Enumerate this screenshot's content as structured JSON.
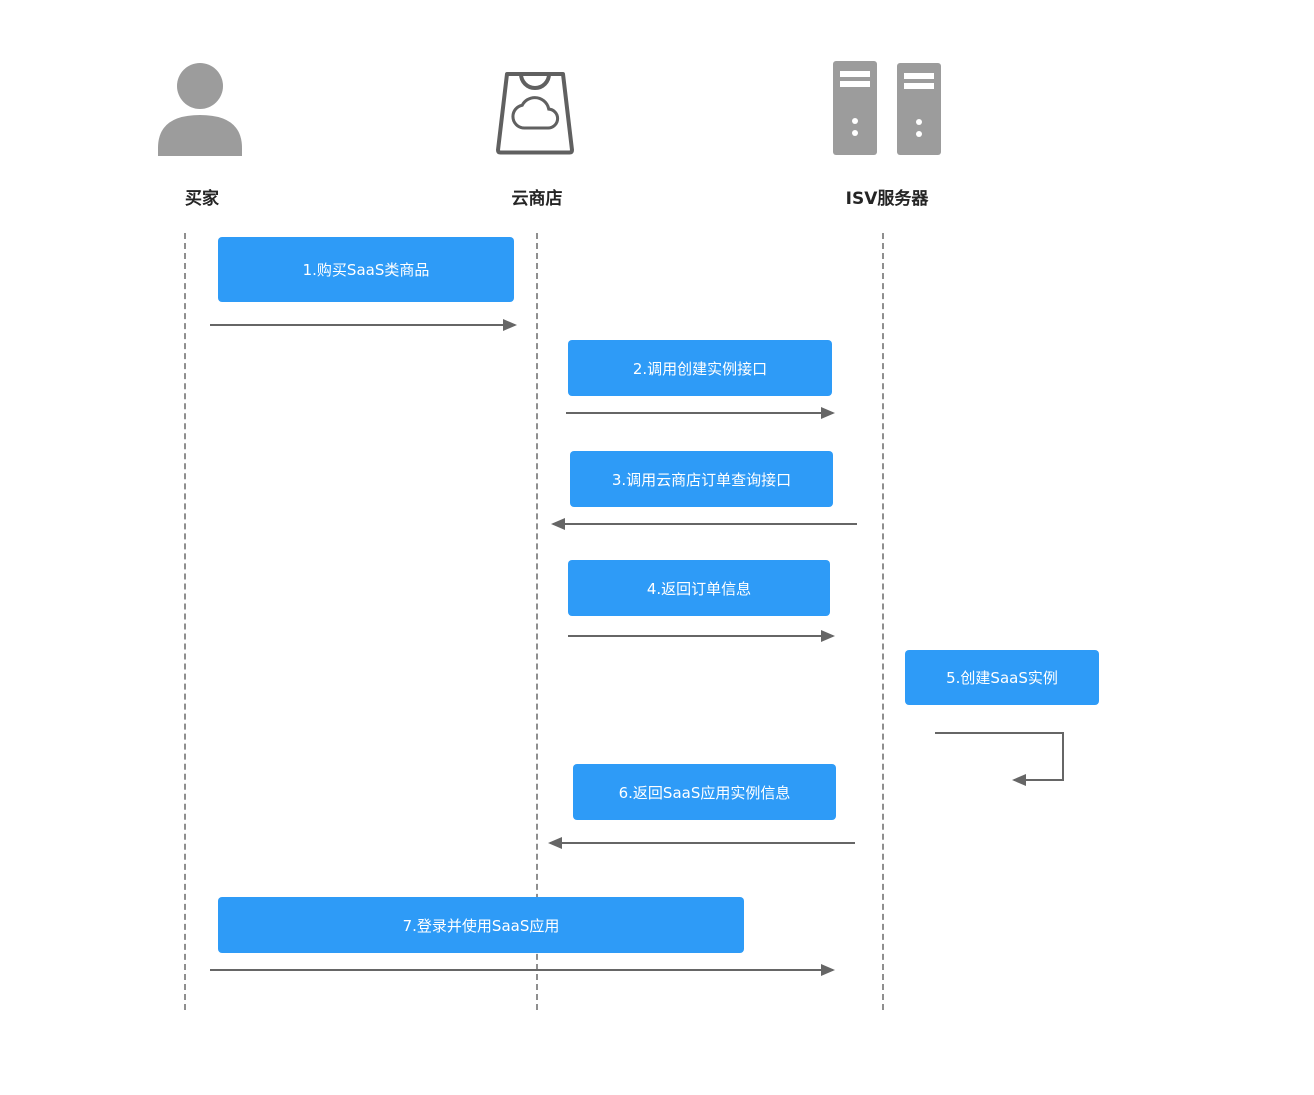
{
  "actors": [
    {
      "label": "买家",
      "icon": "person-icon"
    },
    {
      "label": "云商店",
      "icon": "store-icon"
    },
    {
      "label": "ISV服务器",
      "icon": "server-icon"
    }
  ],
  "messages": [
    {
      "label": "1.购买SaaS类商品",
      "from": "买家",
      "to": "云商店",
      "direction": "right"
    },
    {
      "label": "2.调用创建实例接口",
      "from": "云商店",
      "to": "ISV服务器",
      "direction": "right"
    },
    {
      "label": "3.调用云商店订单查询接口",
      "from": "ISV服务器",
      "to": "云商店",
      "direction": "left"
    },
    {
      "label": "4.返回订单信息",
      "from": "云商店",
      "to": "ISV服务器",
      "direction": "right"
    },
    {
      "label": "5.创建SaaS实例",
      "from": "ISV服务器",
      "to": "ISV服务器",
      "direction": "self"
    },
    {
      "label": "6.返回SaaS应用实例信息",
      "from": "ISV服务器",
      "to": "云商店",
      "direction": "left"
    },
    {
      "label": "7.登录并使用SaaS应用",
      "from": "买家",
      "to": "ISV服务器",
      "direction": "right"
    }
  ],
  "colors": {
    "message_box": "#2E9BF7",
    "message_text": "#FFFFFF",
    "arrow": "#666666",
    "lifeline": "#8F8F8F",
    "icon_fill": "#9C9C9C",
    "icon_stroke": "#606060",
    "label_text": "#252525"
  }
}
